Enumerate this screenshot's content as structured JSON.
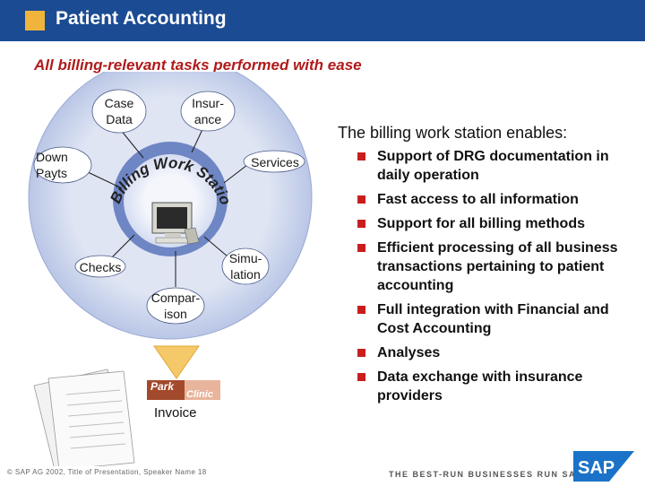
{
  "header": {
    "title": "Patient Accounting"
  },
  "subtitle": "All billing-relevant tasks performed with ease",
  "diagram": {
    "center_label": "Billing Work Station",
    "ring_items": {
      "case_data_line1": "Case",
      "case_data_line2": "Data",
      "insurance_line1": "Insur-",
      "insurance_line2": "ance",
      "down_payts_line1": "Down",
      "down_payts_line2": "Payts",
      "services": "Services",
      "checks": "Checks",
      "simulation_line1": "Simu-",
      "simulation_line2": "lation",
      "comparison_line1": "Compar-",
      "comparison_line2": "ison"
    },
    "park_clinic_word1": "Park",
    "park_clinic_word2": "Clinic",
    "invoice_label": "Invoice"
  },
  "right_panel": {
    "heading": "The billing work station enables:",
    "bullets": [
      "Support of DRG documentation in daily operation",
      "Fast access to all information",
      "Support for all billing methods",
      "Efficient processing of all business transactions pertaining to patient accounting",
      "Full integration with Financial and Cost Accounting",
      "Analyses",
      "Data exchange with insurance providers"
    ]
  },
  "footer": {
    "copyright": "© SAP AG 2002, Title of Presentation, Speaker Name 18",
    "tagline": "THE BEST-RUN BUSINESSES RUN SAP",
    "logo_text": "SAP"
  },
  "colors": {
    "header": "#1b4b93",
    "accent": "#f0b43c",
    "subtitle": "#b01a1a",
    "bullet": "#c81e1e",
    "ring": "#c9d3ea",
    "inner_ring": "#6f86c4"
  }
}
